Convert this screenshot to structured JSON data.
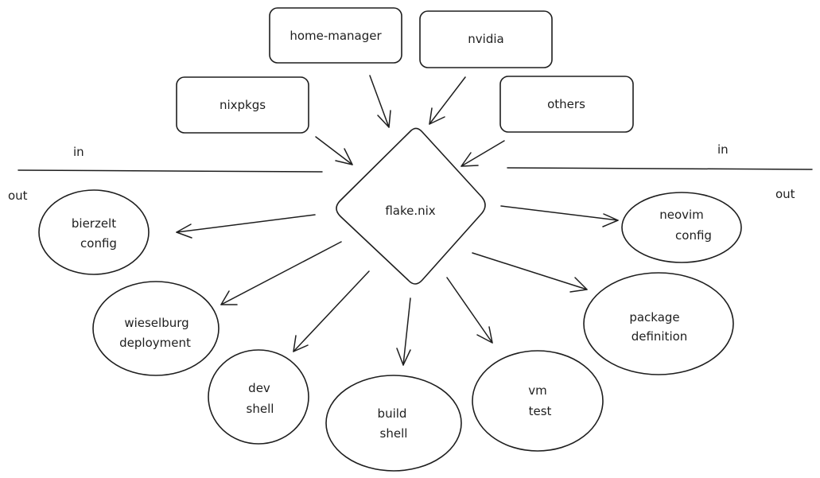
{
  "inputs": [
    {
      "id": "home-manager",
      "label": "home-manager"
    },
    {
      "id": "nvidia",
      "label": "nvidia"
    },
    {
      "id": "nixpkgs",
      "label": "nixpkgs"
    },
    {
      "id": "others",
      "label": "others"
    }
  ],
  "center": {
    "label": "flake.nix"
  },
  "outputs": [
    {
      "id": "bierzelt-config",
      "lines": [
        "bierzelt",
        "config"
      ]
    },
    {
      "id": "wieselburg-deployment",
      "lines": [
        "wieselburg",
        "deployment"
      ]
    },
    {
      "id": "dev-shell",
      "lines": [
        "dev",
        "shell"
      ]
    },
    {
      "id": "build-shell",
      "lines": [
        "build",
        "shell"
      ]
    },
    {
      "id": "vm-test",
      "lines": [
        "vm",
        "test"
      ]
    },
    {
      "id": "package-definition",
      "lines": [
        "package",
        "definition"
      ]
    },
    {
      "id": "neovim-config",
      "lines": [
        "neovim",
        "config"
      ]
    }
  ],
  "dividers": {
    "left": {
      "in_label": "in",
      "out_label": "out"
    },
    "right": {
      "in_label": "in",
      "out_label": "out"
    }
  },
  "colors": {
    "stroke": "#1e1e1e",
    "background": "#ffffff"
  }
}
